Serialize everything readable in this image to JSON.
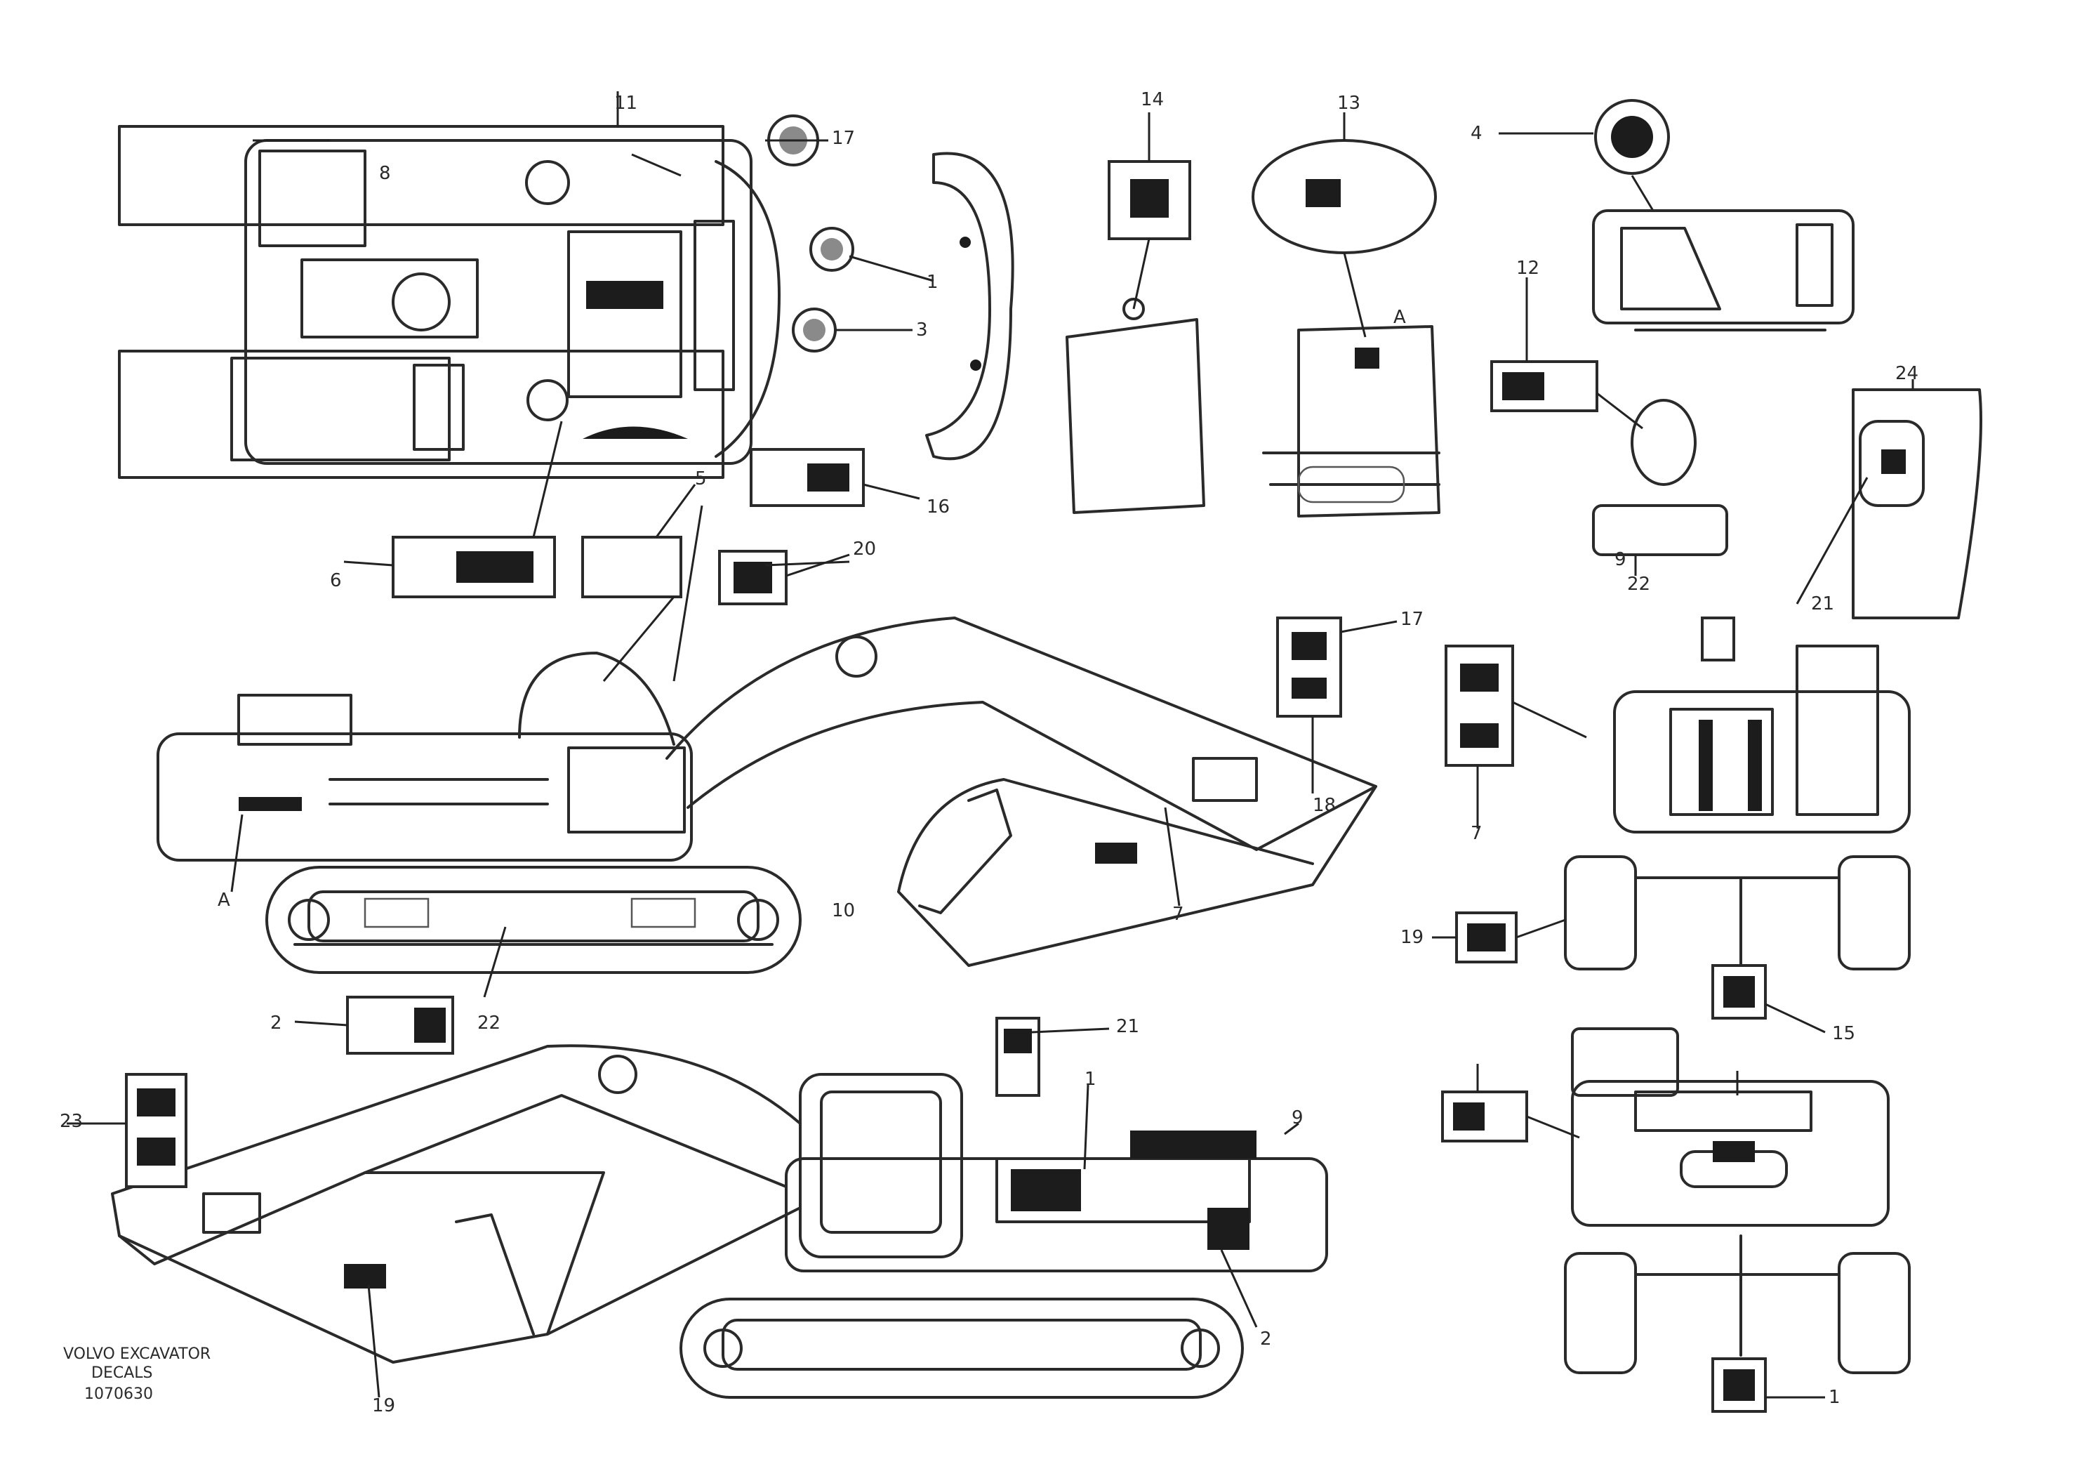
{
  "callouts": {
    "c1": "11",
    "c2": "8",
    "c3": "1",
    "c4": "17",
    "c5": "3",
    "c6": "5",
    "c7": "16",
    "c8": "20",
    "c9": "6",
    "c10": "14",
    "c11": "13",
    "c12": "A",
    "c13": "4",
    "c14": "12",
    "c15": "9",
    "c16": "22",
    "c17": "24",
    "c18": "21",
    "c19": "17",
    "c20": "18",
    "c21": "7",
    "c22": "10",
    "c23": "22",
    "c24": "2",
    "c25": "A",
    "c26": "7",
    "c27": "19",
    "c28": "15",
    "c29": "23",
    "c30": "21",
    "c31": "1",
    "c32": "9",
    "c33": "2",
    "c34": "19",
    "c35": "1"
  },
  "drawing_ref": [
    "VOLVO EXCAVATOR",
    "DECALS",
    "1070630"
  ]
}
